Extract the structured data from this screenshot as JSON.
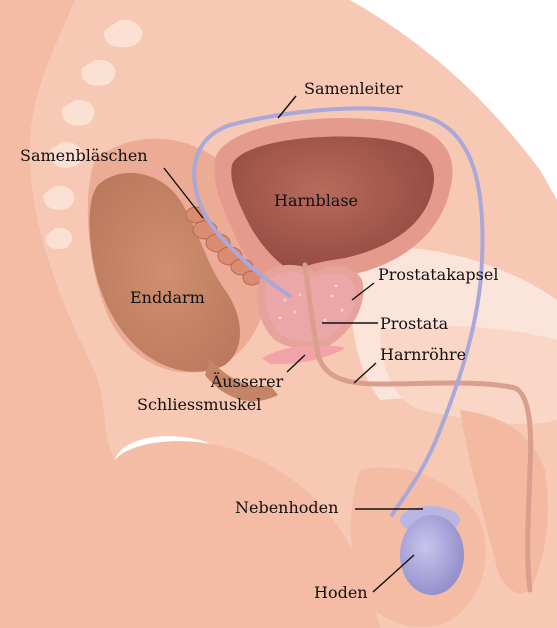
{
  "labels": {
    "samenleiter": "Samenleiter",
    "samenblaeschen": "Samenbläschen",
    "harnblase": "Harnblase",
    "prostatakapsel": "Prostatakapsel",
    "enddarm": "Enddarm",
    "prostata": "Prostata",
    "harnroehre": "Harnröhre",
    "aeusserer": "Äusserer",
    "schliessmuskel": "Schliessmuskel",
    "nebenhoden": "Nebenhoden",
    "hoden": "Hoden"
  },
  "colors": {
    "skin": "#f4bca5",
    "skin_light": "#f9d6c6",
    "skin_pale": "#fbe5da",
    "tissue": "#ebab94",
    "rectum": "#c58466",
    "bladder_wall": "#e49a8c",
    "bladder_inside": "#a55a4f",
    "prostata": "#eba6a7",
    "vas": "#a9a8d8",
    "testis": "#a7a2d8",
    "urethra": "#d99f8c",
    "label_text": "#111111"
  }
}
